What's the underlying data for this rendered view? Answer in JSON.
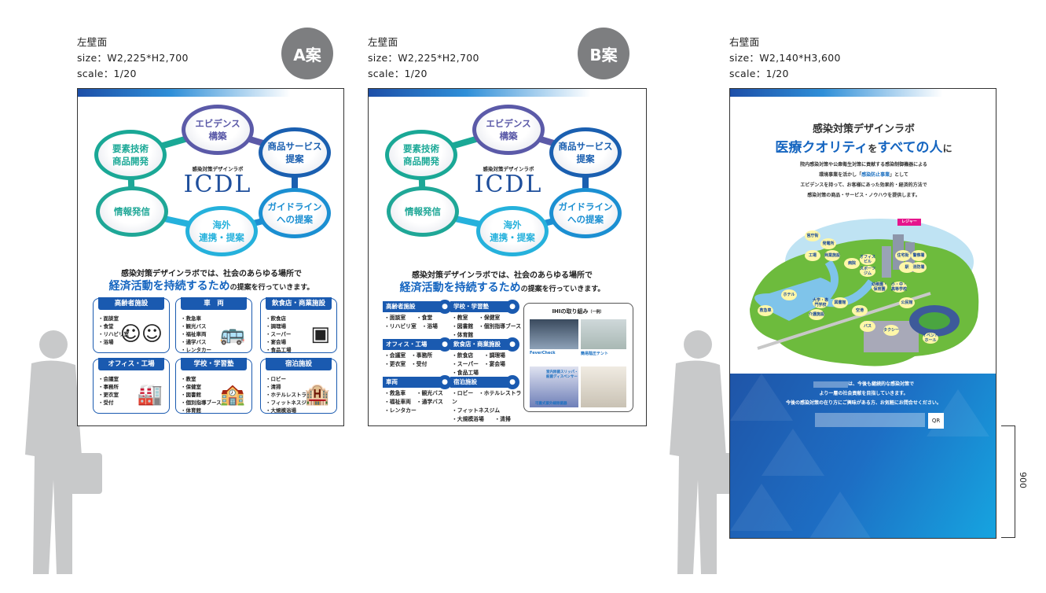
{
  "panels": [
    {
      "wall": "左壁面",
      "size": "size：W2,225*H2,700",
      "scale": "scale：1/20",
      "badge": "A案"
    },
    {
      "wall": "左壁面",
      "size": "size：W2,225*H2,700",
      "scale": "scale：1/20",
      "badge": "B案"
    },
    {
      "wall": "右壁面",
      "size": "size：W2,140*H3,600",
      "scale": "scale：1/20"
    }
  ],
  "cycle": {
    "nodes": [
      {
        "label": "エビデンス\n構築",
        "color": "#5b5aa8"
      },
      {
        "label": "商品サービス\n提案",
        "color": "#1a5fb0"
      },
      {
        "label": "ガイドライン\nへの提案",
        "color": "#1b8fd2"
      },
      {
        "label": "海外\n連携・提案",
        "color": "#25b1dc"
      },
      {
        "label": "情報発信",
        "color": "#1fa797"
      },
      {
        "label": "要素技術\n商品開発",
        "color": "#1aa896"
      }
    ],
    "logo_sub": "感染対策デザインラボ",
    "logo": "ICDL"
  },
  "intro": {
    "line1": "感染対策デザインラボでは、社会のあらゆる場所で",
    "line2_em": "経済活動を持続するため",
    "line2_rest": "の提案を行っていきます。"
  },
  "cards_a": [
    {
      "title": "高齢者施設",
      "items": [
        "・面談室",
        "・食堂",
        "・リハビリ室",
        "・浴場"
      ],
      "icon": "elderly-people-icon",
      "glyph": "☺☺"
    },
    {
      "title": "車　両",
      "items": [
        "・救急車",
        "・観光バス",
        "・福祉車両",
        "・通学バス",
        "・レンタカー"
      ],
      "icon": "bus-icon",
      "glyph": "🚌"
    },
    {
      "title": "飲食店・商業施設",
      "items": [
        "・飲食店",
        "・調理場",
        "・スーパー",
        "・宴会場",
        "・食品工場"
      ],
      "icon": "register-icon",
      "glyph": "▣"
    },
    {
      "title": "オフィス・工場",
      "items": [
        "・会議室",
        "・事務所",
        "・更衣室",
        "・受付"
      ],
      "icon": "factory-icon",
      "glyph": "🏭"
    },
    {
      "title": "学校・学習塾",
      "items": [
        "・教室",
        "・保健室",
        "・図書館",
        "・個別指導ブース",
        "・体育館"
      ],
      "icon": "school-icon",
      "glyph": "🏫"
    },
    {
      "title": "宿泊施設",
      "items": [
        "・ロビー",
        "・清掃",
        "・ホテルレストラン",
        "・フィットネスジム",
        "・大規模浴場"
      ],
      "icon": "hotel-icon",
      "glyph": "🏨"
    }
  ],
  "cards_b": [
    {
      "title": "高齢者施設",
      "lines": [
        "・面談室　　・食堂",
        "・リハビリ室　・浴場"
      ],
      "icon": "elderly-people-icon"
    },
    {
      "title": "学校・学習塾",
      "lines": [
        "・教室　　・保健室",
        "・図書館　・個別指導ブース",
        "・体育館"
      ],
      "icon": "school-icon"
    },
    {
      "title": "オフィス・工場",
      "lines": [
        "・会議室　・事務所",
        "・更衣室　・受付"
      ],
      "icon": "factory-icon"
    },
    {
      "title": "飲食店・商業施設",
      "lines": [
        "・飲食店　　・調理場",
        "・スーパー　・宴会場",
        "・食品工場"
      ],
      "icon": "register-icon"
    },
    {
      "title": "車両",
      "lines": [
        "・救急車　　・観光バス",
        "・福祉車両　・通学バス",
        "・レンタカー"
      ],
      "icon": "bus-icon"
    },
    {
      "title": "宿泊施設",
      "lines": [
        "・ロビー　・ホテルレストラン",
        "・フィットネスジム",
        "・大規模浴場　　・清掃"
      ],
      "icon": "hotel-icon"
    }
  ],
  "ihi": {
    "title": "IHIの取り組み",
    "title_note": "（一例）",
    "labels": [
      "FeverCheck",
      "簡易陰圧テント",
      "室内除菌スリッパ・殺菌ディスペンサー",
      "可搬式紫外線除菌器"
    ]
  },
  "poster": {
    "brand": "感染対策デザインラボ",
    "headline": [
      "医療",
      "クオリティ",
      "を",
      "すべての人",
      "に"
    ],
    "body": [
      "院内感染対策や公衆衛生対策に貢献する感染制御機器による",
      "環境事業を活かし「",
      "感染防止事業",
      "」として",
      "エビデンスを持って、お客様にあった効果的・経済的方法で",
      "感染対策の商品・サービス・ノウハウを提供します。"
    ],
    "map_tag": "レジャー",
    "map_labels": [
      "官庁街",
      "発電所",
      "工場",
      "商業施設",
      "病院",
      "オフィスビル",
      "住宅街",
      "警察署",
      "スポーツジム",
      "駅",
      "消防署",
      "幼稚園・保育園",
      "小・中・高等学校",
      "ホテル",
      "大学・専門学校",
      "介護施設",
      "図書館",
      "公民館",
      "空港",
      "バス",
      "タクシー",
      "イベントホール",
      "救急車"
    ],
    "foot": [
      "は、今後も継続的な感染対策で",
      "より一層の社会貢献を目指していきます。",
      "今後の感染対策の在り方にご興味がある方、お気軽にお問合せください。"
    ],
    "qr": "QR"
  },
  "dimension": "900"
}
